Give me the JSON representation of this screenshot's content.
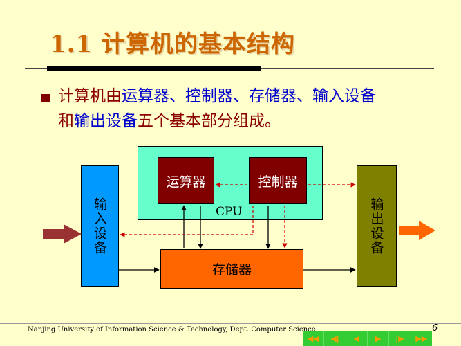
{
  "slide": {
    "title": "1.1  计算机的基本结构",
    "bullet": {
      "part1": "计算机由",
      "hl1": "运算器、控制器、存储器、输入设备",
      "part2": "和",
      "hl2": "输出设备",
      "part3": "五个基本部分组成。"
    },
    "page_number": "6"
  },
  "diagram": {
    "cpu_label": "CPU",
    "alu": "运算器",
    "controller": "控制器",
    "memory": "存储器",
    "input_device": "输入设备",
    "output_device": "输出设备"
  },
  "footer": {
    "text": "Nanjing University of  Information  Science & Technology, Dept. Computer Science"
  },
  "nav": {
    "first": "◀◀",
    "prev_section": "◀|",
    "prev": "◀",
    "next": "▶",
    "next_section": "|▶",
    "last": "▶▶"
  },
  "colors": {
    "background": "#FFFFCC",
    "title": "#CC6600",
    "bullet_text": "#8B0000",
    "highlight": "#0000CC",
    "cpu_fill": "#66FFCC",
    "unit_fill": "#800000",
    "input_fill": "#0099FF",
    "output_fill": "#808000",
    "memory_fill": "#FF6600",
    "control_line": "#CC0000",
    "nav_bar": "#33CC33"
  }
}
